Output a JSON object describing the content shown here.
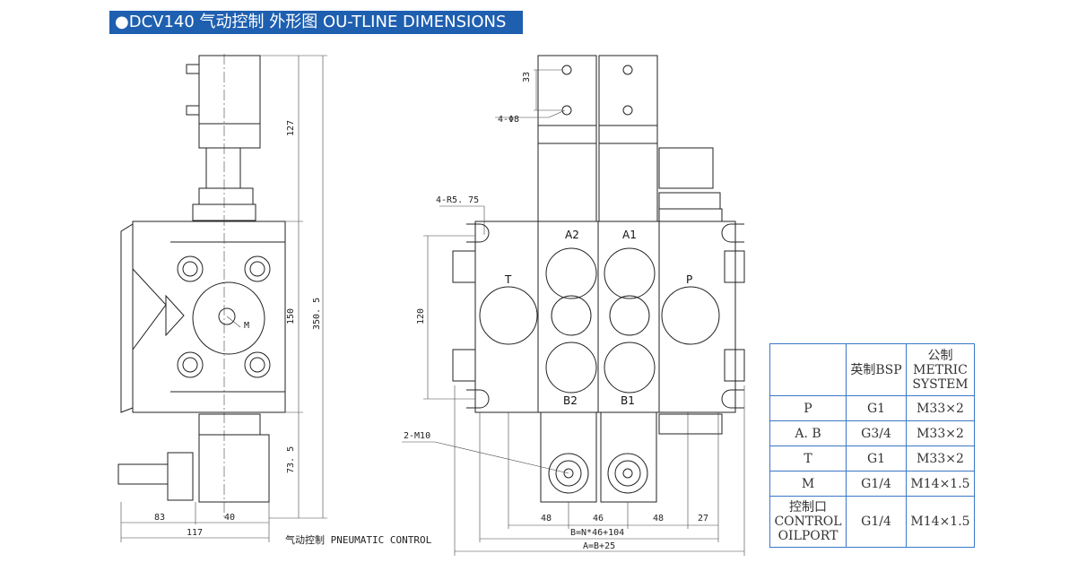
{
  "title": "●DCV140 气动控制  外形图  OU-TLINE DIMENSIONS",
  "side_view": {
    "dim_top": "127",
    "dim_body": "150",
    "dim_total": "350. 5",
    "dim_bottom": "73. 5",
    "dim_w1": "83",
    "dim_w2": "40",
    "dim_w_total": "117",
    "port_m": "M",
    "caption": "气动控制 PNEUMATIC CONTROL"
  },
  "front_view": {
    "dim_33": "33",
    "holes": "4-Φ8",
    "radius": "4-R5. 75",
    "dim_120": "120",
    "port_a2": "A2",
    "port_a1": "A1",
    "port_t": "T",
    "port_p": "P",
    "port_b2": "B2",
    "port_b1": "B1",
    "thread": "2-M10",
    "dim_48a": "48",
    "dim_46": "46",
    "dim_48b": "48",
    "dim_27": "27",
    "formula_b": "B=N*46+104",
    "formula_a": "A=B+25"
  },
  "table": {
    "headers": [
      "",
      "英制BSP",
      "公制 METRIC SYSTEM"
    ],
    "rows": [
      [
        "P",
        "G1",
        "M33×2"
      ],
      [
        "A. B",
        "G3/4",
        "M33×2"
      ],
      [
        "T",
        "G1",
        "M33×2"
      ],
      [
        "M",
        "G1/4",
        "M14×1.5"
      ],
      [
        "控制口 CONTROL OILPORT",
        "G1/4",
        "M14×1.5"
      ]
    ]
  }
}
